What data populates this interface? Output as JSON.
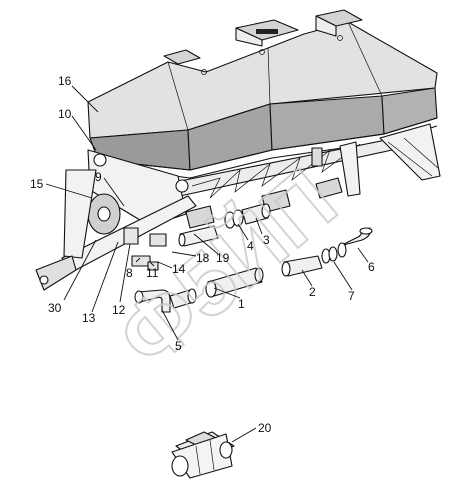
{
  "watermark": {
    "text": "Ф5ЙП"
  },
  "callouts": [
    {
      "id": "c1",
      "label": "1"
    },
    {
      "id": "c2",
      "label": "2"
    },
    {
      "id": "c3",
      "label": "3"
    },
    {
      "id": "c4",
      "label": "4"
    },
    {
      "id": "c5",
      "label": "5"
    },
    {
      "id": "c6",
      "label": "6"
    },
    {
      "id": "c7",
      "label": "7"
    },
    {
      "id": "c8",
      "label": "8"
    },
    {
      "id": "c9",
      "label": "9"
    },
    {
      "id": "c10",
      "label": "10"
    },
    {
      "id": "c11",
      "label": "11"
    },
    {
      "id": "c12",
      "label": "12"
    },
    {
      "id": "c13",
      "label": "13"
    },
    {
      "id": "c14",
      "label": "14"
    },
    {
      "id": "c15",
      "label": "15"
    },
    {
      "id": "c16",
      "label": "16"
    },
    {
      "id": "c18",
      "label": "18"
    },
    {
      "id": "c19",
      "label": "19"
    },
    {
      "id": "c20",
      "label": "20"
    },
    {
      "id": "c30",
      "label": "30"
    }
  ]
}
